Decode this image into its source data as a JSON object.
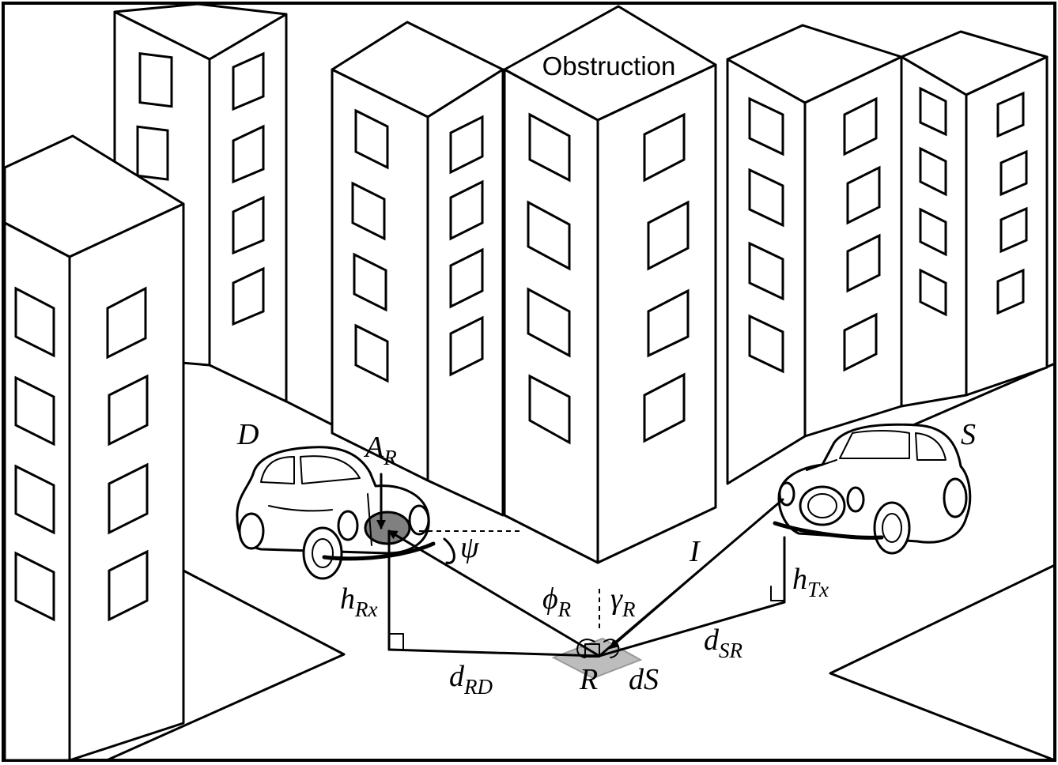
{
  "labels": {
    "obstruction": "Obstruction",
    "destination": "D",
    "source": "S",
    "antenna_main": "A",
    "antenna_sub": "R",
    "psi": "ψ",
    "incident": "I",
    "phi_main": "ϕ",
    "phi_sub": "R",
    "gamma_main": "γ",
    "gamma_sub": "R",
    "hrx_main": "h",
    "hrx_sub": "Rx",
    "htx_main": "h",
    "htx_sub": "Tx",
    "dsr_main": "d",
    "dsr_sub": "SR",
    "drd_main": "d",
    "drd_sub": "RD",
    "ris": "R",
    "ds": "dS"
  },
  "icons": {
    "car_left": "car-icon",
    "car_right": "car-icon",
    "ris_patch": "surface-patch-icon"
  },
  "colors": {
    "line": "#000000",
    "background": "#ffffff",
    "antenna_fill": "#808080",
    "ris_fill": "#bdbdbd"
  }
}
